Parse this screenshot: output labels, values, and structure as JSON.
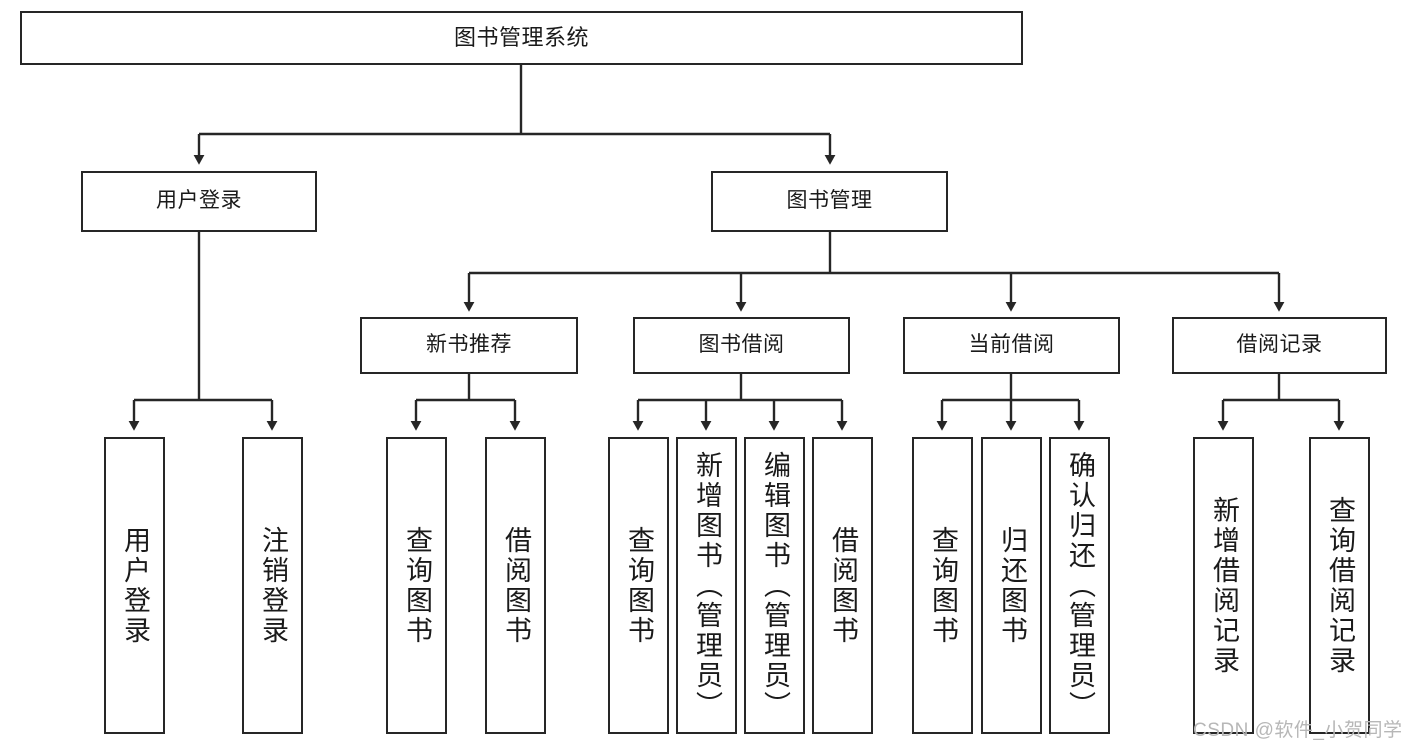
{
  "diagram": {
    "title": "图书管理系统",
    "type": "hierarchy-tree",
    "orientation": "top-down",
    "levels": 4,
    "colors": {
      "box_border": "#262626",
      "box_fill": "#ffffff",
      "connector": "#262626",
      "text": "#1a1a1a",
      "watermark": "#b7b7b7",
      "background": "#ffffff"
    }
  },
  "root": {
    "label": "图书管理系统"
  },
  "level2": [
    {
      "label": "用户登录"
    },
    {
      "label": "图书管理"
    }
  ],
  "level3": [
    {
      "label": "新书推荐"
    },
    {
      "label": "图书借阅"
    },
    {
      "label": "当前借阅"
    },
    {
      "label": "借阅记录"
    }
  ],
  "leaves": {
    "user_login": [
      {
        "label": "用户登录"
      },
      {
        "label": "注销登录"
      }
    ],
    "new_book_recommend": [
      {
        "label": "查询图书"
      },
      {
        "label": "借阅图书"
      }
    ],
    "book_borrow": [
      {
        "label": "查询图书"
      },
      {
        "label": "新增图书（管理员）"
      },
      {
        "label": "编辑图书（管理员）"
      },
      {
        "label": "借阅图书"
      }
    ],
    "current_borrow": [
      {
        "label": "查询图书"
      },
      {
        "label": "归还图书"
      },
      {
        "label": "确认归还（管理员）"
      }
    ],
    "borrow_record": [
      {
        "label": "新增借阅记录"
      },
      {
        "label": "查询借阅记录"
      }
    ]
  },
  "watermark": {
    "text": "CSDN @软件_小贺同学"
  }
}
